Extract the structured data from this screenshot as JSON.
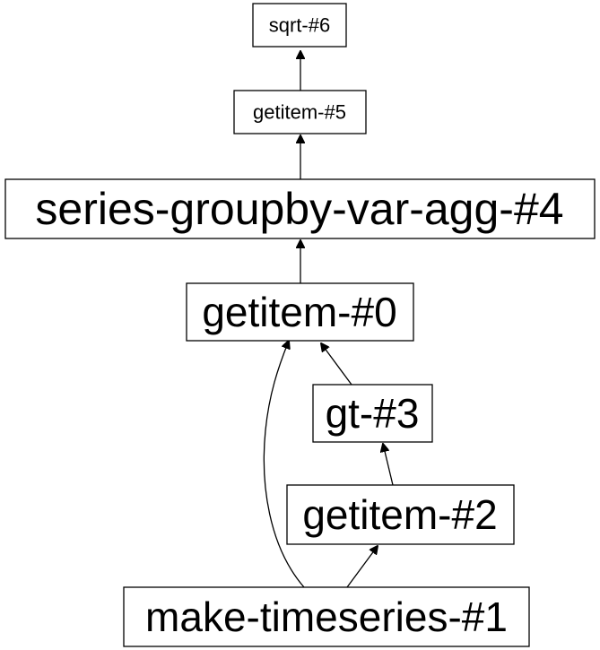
{
  "graph": {
    "nodes": [
      {
        "id": "n6",
        "label": "sqrt-#6"
      },
      {
        "id": "n5",
        "label": "getitem-#5"
      },
      {
        "id": "n4",
        "label": "series-groupby-var-agg-#4"
      },
      {
        "id": "n0",
        "label": "getitem-#0"
      },
      {
        "id": "n3",
        "label": "gt-#3"
      },
      {
        "id": "n2",
        "label": "getitem-#2"
      },
      {
        "id": "n1",
        "label": "make-timeseries-#1"
      }
    ],
    "edges": [
      {
        "from": "n5",
        "to": "n6"
      },
      {
        "from": "n4",
        "to": "n5"
      },
      {
        "from": "n0",
        "to": "n4"
      },
      {
        "from": "n3",
        "to": "n0"
      },
      {
        "from": "n1",
        "to": "n0"
      },
      {
        "from": "n2",
        "to": "n3"
      },
      {
        "from": "n1",
        "to": "n2"
      }
    ]
  }
}
